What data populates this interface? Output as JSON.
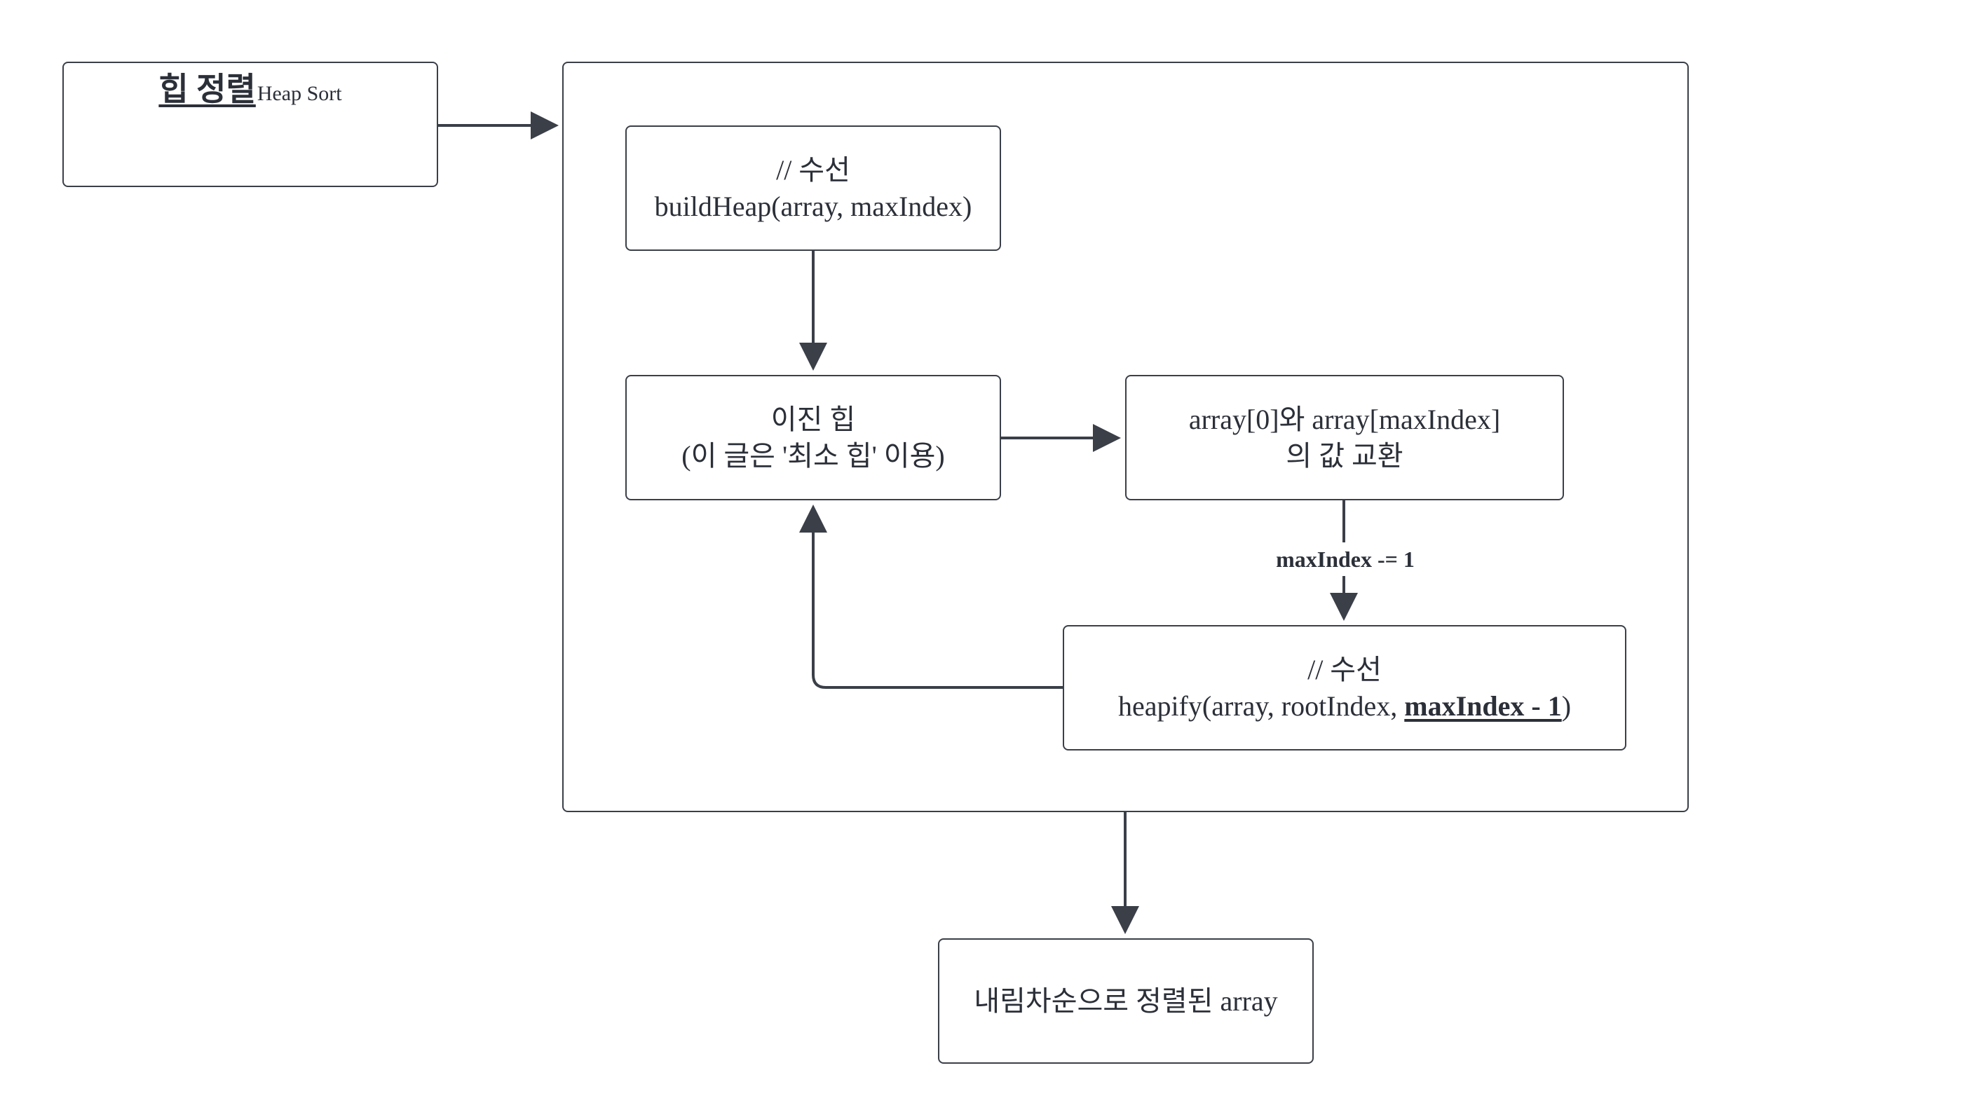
{
  "nodes": {
    "title": {
      "label_ko": "힙 정렬",
      "label_en": "Heap Sort"
    },
    "build_heap": {
      "comment": "// 수선",
      "call": "buildHeap(array, maxIndex)"
    },
    "binary_heap": {
      "line1": "이진 힙",
      "line2": "(이 글은 '최소 힙' 이용)"
    },
    "swap": {
      "line1": "array[0]와 array[maxIndex]",
      "line2": "의 값 교환"
    },
    "heapify": {
      "comment": "// 수선",
      "call_prefix": "heapify(array, rootIndex, ",
      "call_emphasis": "maxIndex - 1",
      "call_suffix": ")"
    },
    "result": {
      "label": "내림차순으로 정렬된 array"
    }
  },
  "edge_labels": {
    "swap_to_heapify": "maxIndex -= 1"
  },
  "colors": {
    "stroke": "#3a3f48",
    "text": "#2b2f38",
    "background": "#ffffff"
  }
}
